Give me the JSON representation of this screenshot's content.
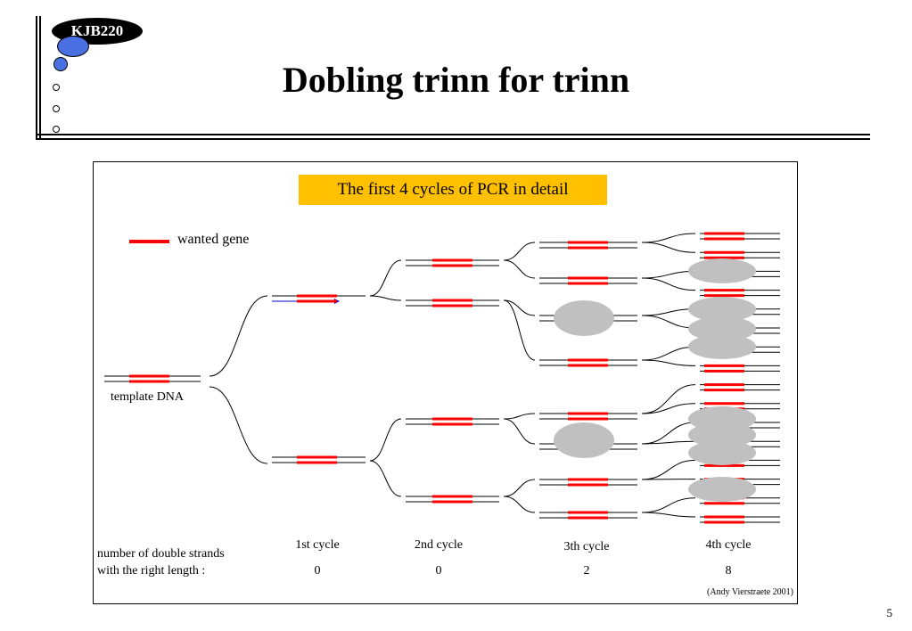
{
  "slide": {
    "badge": "KJB220",
    "title": "Dobling trinn for trinn",
    "number": "5"
  },
  "figure": {
    "title": "The first 4 cycles of PCR in detail",
    "legend_label": "wanted gene",
    "template_label": "template DNA",
    "count_label_line1": "number of double strands",
    "count_label_line2": "with the right length :",
    "credit": "(Andy Vierstraete 2001)",
    "cycles": [
      {
        "label": "1st cycle",
        "count": "0"
      },
      {
        "label": "2nd cycle",
        "count": "0"
      },
      {
        "label": "3th cycle",
        "count": "2"
      },
      {
        "label": "4th cycle",
        "count": "8"
      }
    ],
    "colors": {
      "gene": "#ff0000",
      "new_strand": "#0000cc",
      "right_length_highlight": "#c0c0c0",
      "title_box": "#ffc000"
    }
  }
}
